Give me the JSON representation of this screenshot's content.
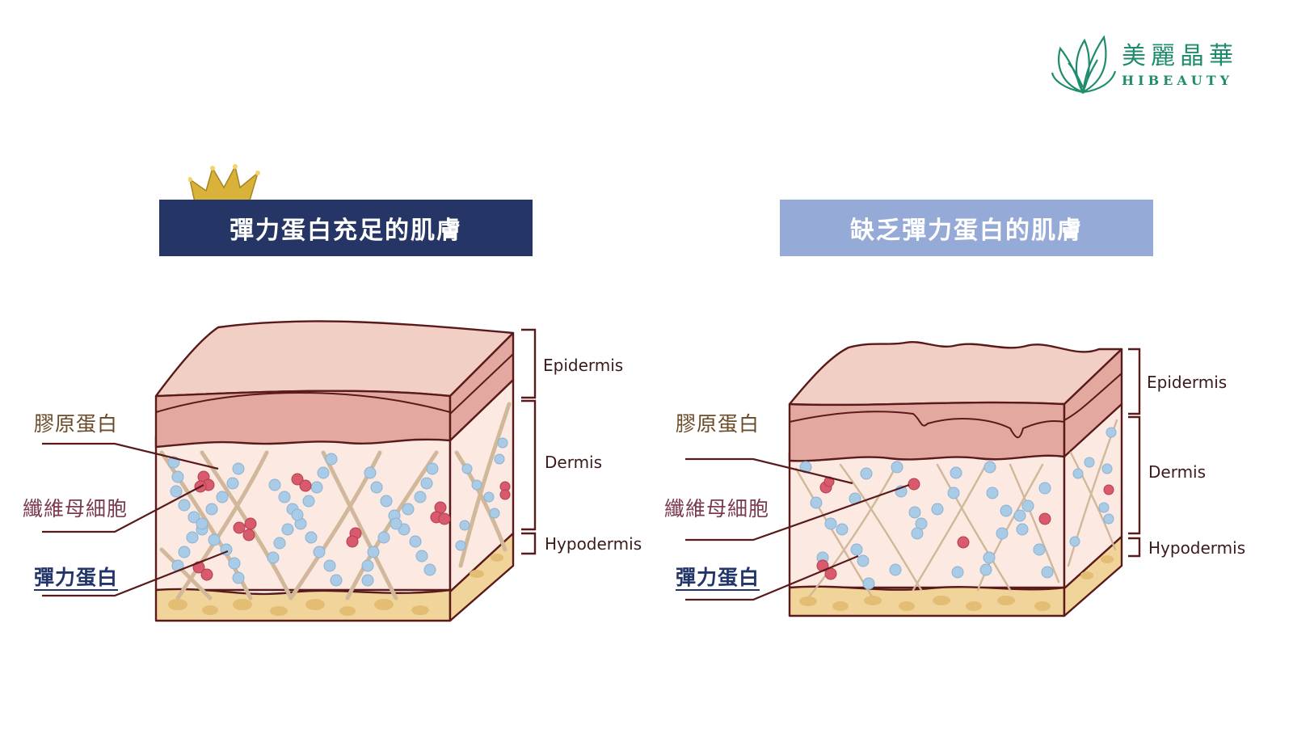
{
  "logo": {
    "name_cn": "美麗晶華",
    "name_en": "HIBEAUTY",
    "color": "#1f8c6e"
  },
  "left_panel": {
    "title": "彈力蛋白充足的肌膚",
    "title_bg": "#253565",
    "labels": {
      "collagen": "膠原蛋白",
      "fibroblast": "纖維母細胞",
      "elastin": "彈力蛋白"
    },
    "layers": {
      "epidermis": "Epidermis",
      "dermis": "Dermis",
      "hypodermis": "Hypodermis"
    }
  },
  "right_panel": {
    "title": "缺乏彈力蛋白的肌膚",
    "title_bg": "#96aad8",
    "labels": {
      "collagen": "膠原蛋白",
      "fibroblast": "纖維母細胞",
      "elastin": "彈力蛋白"
    },
    "layers": {
      "epidermis": "Epidermis",
      "dermis": "Dermis",
      "hypodermis": "Hypodermis"
    }
  },
  "colors": {
    "outline": "#5a1a1a",
    "epidermis_top": "#f2cfc4",
    "epidermis_band": "#e3a9a0",
    "dermis": "#fbe9e2",
    "hypodermis": "#f0d49a",
    "fiber": "#d2b89a",
    "elastin_bead": "#a9cbe6",
    "fibroblast": "#d95a6c",
    "crown": "#d9b23a"
  }
}
